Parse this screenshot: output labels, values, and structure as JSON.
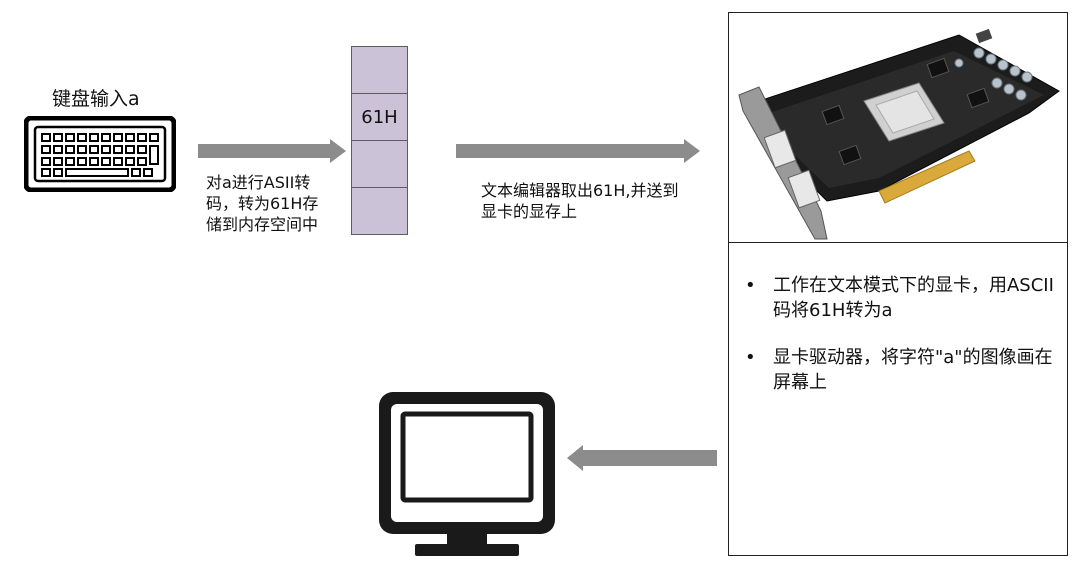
{
  "keyboard": {
    "label": "键盘输入a",
    "icon": "keyboard-icon"
  },
  "step1": {
    "text": "对a进行ASII转码，转为61H存储到内存空间中"
  },
  "memory": {
    "cells": [
      "",
      "61H",
      "",
      ""
    ]
  },
  "step2": {
    "text": "文本编辑器取出61H,并送到显卡的显存上"
  },
  "gpu_panel": {
    "image": "graphics-card-image",
    "bullets": [
      "工作在文本模式下的显卡，用ASCII码将61H转为a",
      "显卡驱动器，将字符\"a\"的图像画在屏幕上"
    ]
  },
  "monitor": {
    "icon": "monitor-icon"
  },
  "colors": {
    "arrow": "#8c8c8c",
    "memory_cell": "#cbc2d8"
  }
}
